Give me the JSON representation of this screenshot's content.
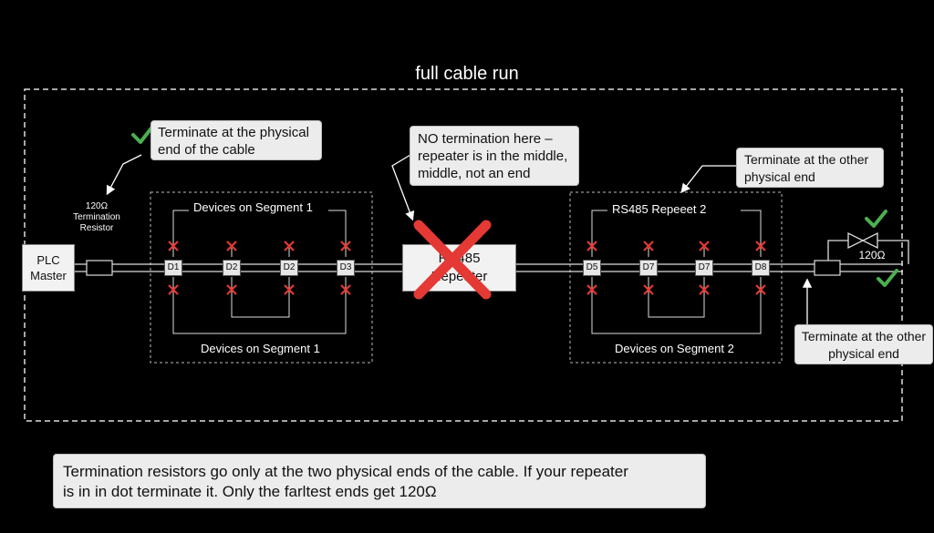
{
  "title": "full cable run",
  "callouts": {
    "start_line1": "Terminate at the physical",
    "start_line2": "end of the cable",
    "mid_line1": "NO termination here –",
    "mid_line2": "repeater is in the middle,",
    "mid_line3": "middle, not an end",
    "end_top_line1": "Terminate at the other",
    "end_top_line2": "physical end",
    "end_bottom_line1": "Terminate at the other",
    "end_bottom_line2": "physical end"
  },
  "resistor_label": {
    "line1": "120Ω",
    "line2": "Termination",
    "line3": "Resistor"
  },
  "plc": {
    "line1": "PLC",
    "line2": "Master"
  },
  "repeater": {
    "line1": "RS485",
    "line2": "Repeater"
  },
  "segment1": {
    "top_label": "Devices on Segment 1",
    "bottom_label": "Devices on Segment 1",
    "devices": [
      "D1",
      "D2",
      "D2",
      "D3"
    ]
  },
  "segment2": {
    "top_label": "RS485 Repeeet 2",
    "bottom_label": "Devices on Segment 2",
    "devices": [
      "D5",
      "D7",
      "D7",
      "D8"
    ]
  },
  "end_resistor": "120Ω",
  "note": {
    "line1": "Termination resistors go only at the two physical ends of the cable. If your repeater",
    "line2": "is in in dot terminate it. Only the farltest ends get 120Ω"
  },
  "colors": {
    "check": "#4caf50",
    "cross_red": "#e53935",
    "small_x": "#e53935"
  },
  "icons": [
    "check-icon",
    "cross-icon",
    "resistor-icon",
    "arrow-icon"
  ]
}
